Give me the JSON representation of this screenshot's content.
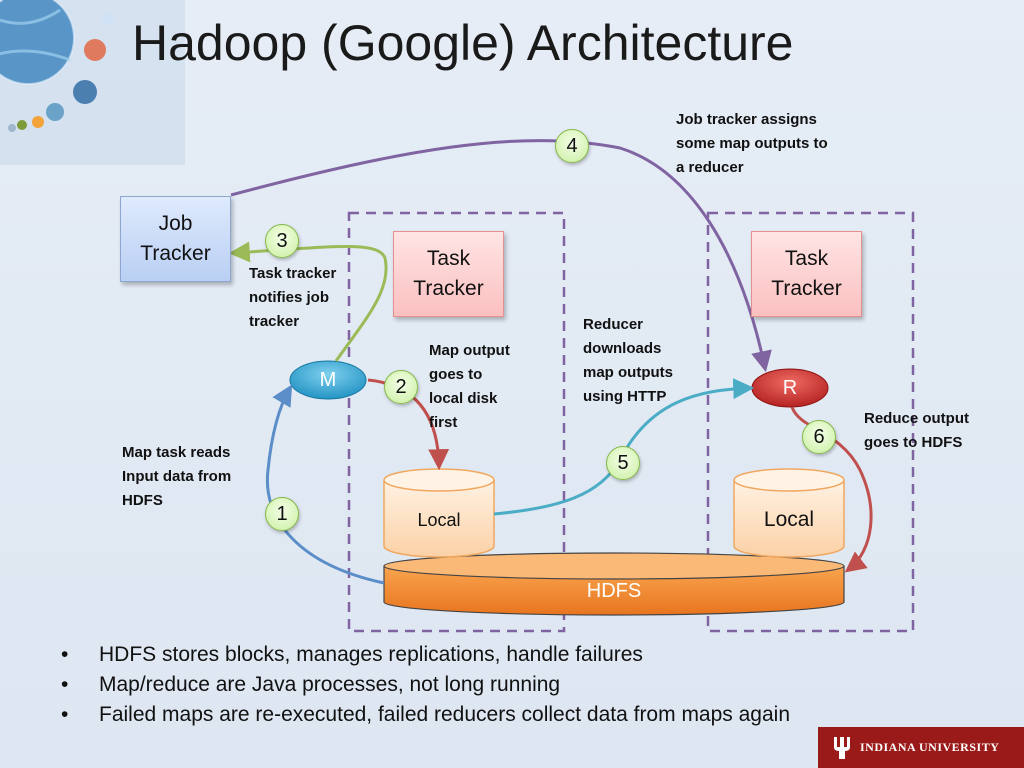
{
  "title": "Hadoop (Google) Architecture",
  "nodes": {
    "job_tracker": [
      "Job",
      "Tracker"
    ],
    "task_tracker_left": [
      "Task",
      "Tracker"
    ],
    "task_tracker_right": [
      "Task",
      "Tracker"
    ],
    "map": "M",
    "reduce": "R",
    "local_left": "Local",
    "local_right": "Local",
    "hdfs": "HDFS"
  },
  "steps": [
    "1",
    "2",
    "3",
    "4",
    "5",
    "6"
  ],
  "annotations": {
    "step1": [
      "Map task reads",
      "Input data from",
      "HDFS"
    ],
    "step2": [
      "Map output",
      "goes to",
      "local disk",
      "first"
    ],
    "step3": [
      "Task tracker",
      "notifies job",
      "tracker"
    ],
    "step4": [
      "Job tracker assigns",
      "some map outputs to",
      "a reducer"
    ],
    "step5": [
      "Reducer",
      "downloads",
      "map outputs",
      "using HTTP"
    ],
    "step6": [
      "Reduce output",
      "goes to HDFS"
    ]
  },
  "bullets": [
    "HDFS stores blocks, manages replications, handle failures",
    "Map/reduce are Java processes, not long running",
    "Failed maps are re-executed, failed reducers collect data from maps again"
  ],
  "footer": {
    "logo_text": "INDIANA UNIVERSITY",
    "brand_color": "#9a1a1a"
  },
  "colors": {
    "arrow_blue": "#5b8ec8",
    "arrow_green": "#9bbb59",
    "arrow_purple": "#8064a2",
    "arrow_red": "#c0504d",
    "arrow_teal": "#4bacc6",
    "dashed_border": "#8064a2",
    "hdfs_fill": "#f79646",
    "map_node": "#2ea0cf",
    "reduce_node": "#c62828"
  }
}
